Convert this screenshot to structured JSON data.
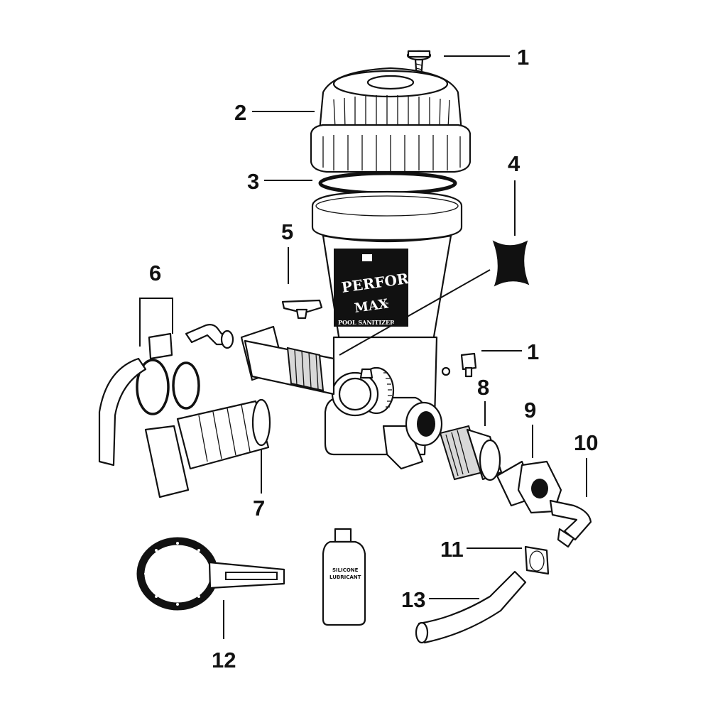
{
  "callouts": {
    "c1_top": "1",
    "c2": "2",
    "c3": "3",
    "c4": "4",
    "c5": "5",
    "c6": "6",
    "c1_side": "1",
    "c7": "7",
    "c8": "8",
    "c9": "9",
    "c10": "10",
    "c11": "11",
    "c12": "12",
    "c13": "13"
  },
  "product_label": {
    "line1": "PERFORM-",
    "line2": "MAX",
    "tm": "™",
    "subtitle": "POOL SANITIZER"
  },
  "bottle_label": {
    "line1": "SILICONE",
    "line2": "LUBRICANT"
  }
}
